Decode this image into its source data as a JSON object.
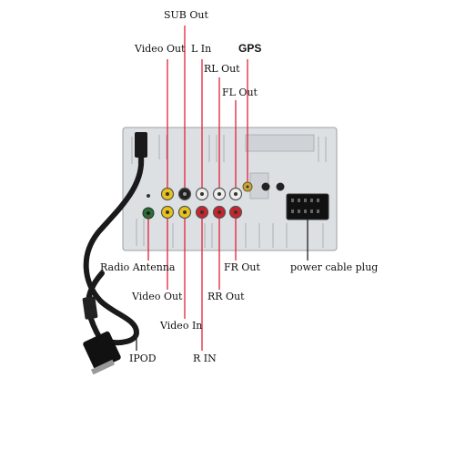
{
  "labels": {
    "sub_out": "SUB Out",
    "video_out_top": "Video Out",
    "l_in": "L In",
    "gps": "GPS",
    "rl_out": "RL Out",
    "fl_out": "FL Out",
    "radio_antenna": "Radio Antenna",
    "fr_out": "FR Out",
    "power_cable_plug": "power cable plug",
    "video_out_bottom": "Video Out",
    "rr_out": "RR Out",
    "video_in": "Video In",
    "r_in": "R IN",
    "ipod": "IPOD"
  },
  "colors": {
    "leader_red": "#e0223a",
    "leader_dark": "#222222",
    "panel": "#dde0e3",
    "rca_yellow": "#e8c21a",
    "rca_white": "#eeeeee",
    "rca_red": "#c8242c",
    "cable": "#1a1a1a"
  }
}
